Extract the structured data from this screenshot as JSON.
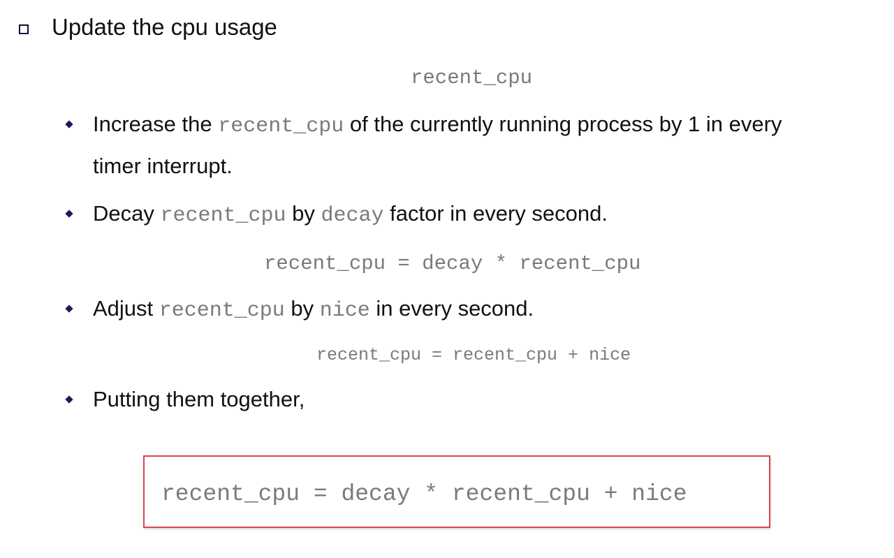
{
  "heading": "Update the cpu usage",
  "subtitle_code": "recent_cpu",
  "bullets": [
    {
      "pre": "Increase the ",
      "code": "recent_cpu",
      "post": " of the currently running process by 1 in every",
      "continuation": "timer interrupt."
    },
    {
      "pre": "Decay ",
      "code": "recent_cpu",
      "mid": " by ",
      "code2": "decay",
      "post": " factor in every second."
    },
    {
      "pre": "Adjust ",
      "code": "recent_cpu",
      "mid": " by ",
      "code2": "nice",
      "post": " in every second."
    },
    {
      "text": "Putting them together,"
    }
  ],
  "formulas": {
    "decay": "recent_cpu = decay * recent_cpu",
    "nice": "recent_cpu = recent_cpu + nice",
    "combined": "recent_cpu = decay * recent_cpu + nice"
  },
  "colors": {
    "box_border": "#d9464a",
    "code_text": "#7a7a7a",
    "bullet": "#1a1a55"
  }
}
